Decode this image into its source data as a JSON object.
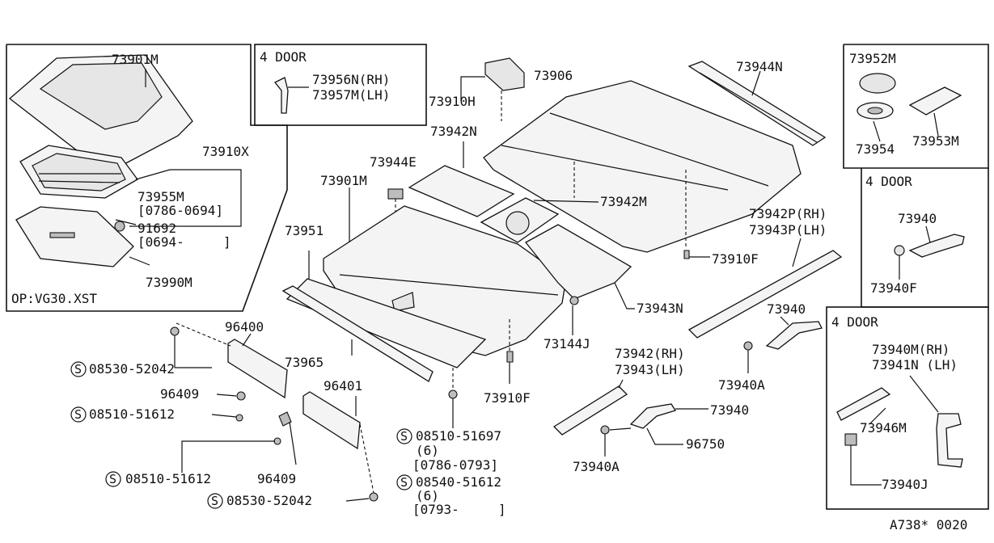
{
  "footer_code": "A738* 0020",
  "boxes": {
    "four_door_top": "4 DOOR",
    "four_door_right_a": "4 DOOR",
    "four_door_right_b": "4 DOOR",
    "option_note": "OP:VG30.XST"
  },
  "screw_symbol": "S",
  "labels": {
    "p73901M_a": "73901M",
    "p73910X": "73910X",
    "p73955M": "73955M",
    "p73955M_range": "[0786-0694]",
    "p91692": "91692",
    "p91692_range": "[0694-     ]",
    "p73990M": "73990M",
    "p73956N": "73956N(RH)",
    "p73957M": "73957M(LH)",
    "p73910H": "73910H",
    "p73906": "73906",
    "p73944N": "73944N",
    "p73952M": "73952M",
    "p73954": "73954",
    "p73953M": "73953M",
    "p73942N": "73942N",
    "p73944E": "73944E",
    "p73901M_b": "73901M",
    "p73942M": "73942M",
    "p73942P": "73942P(RH)",
    "p73943P": "73943P(LH)",
    "p73951": "73951",
    "p73910F_a": "73910F",
    "p73943N": "73943N",
    "p73940_a": "73940",
    "p73940F": "73940F",
    "p73940_b": "73940",
    "p73940A_a": "73940A",
    "p73965": "73965",
    "p73144J": "73144J",
    "p73942RH": "73942(RH)",
    "p73943LH": "73943(LH)",
    "p73910F_b": "73910F",
    "p96400": "96400",
    "s08530_a": "08530-52042",
    "p96409_a": "96409",
    "s08510_a": "08510-51612",
    "p96401": "96401",
    "s08510_b": "08510-51612",
    "p96409_b": "96409",
    "s08530_b": "08530-52042",
    "s08510_c": "08510-51697",
    "q6_a": "(6)",
    "r0786": "[0786-0793]",
    "s08540": "08540-51612",
    "q6_b": "(6)",
    "r0793": "[0793-     ]",
    "p73940_c": "73940",
    "p96750": "96750",
    "p73940A_b": "73940A",
    "p73940M": "73940M(RH)",
    "p73941N": "73941N (LH)",
    "p73946M": "73946M",
    "p73940J": "73940J"
  }
}
